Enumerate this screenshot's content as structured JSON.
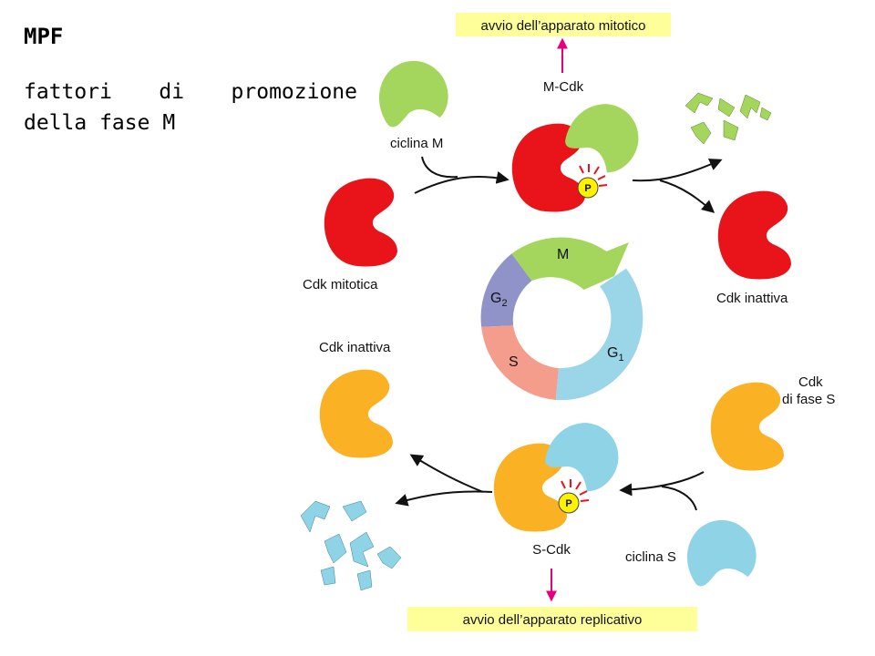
{
  "header": {
    "title": "MPF",
    "subtitle": "fattori di promozione della fase M"
  },
  "diagram": {
    "top_box": "avvio dell’apparato mitotico",
    "bottom_box": "avvio dell’apparato replicativo",
    "labels": {
      "m_cdk": "M-Cdk",
      "cyclin_m": "ciclina M",
      "cdk_mitotic": "Cdk mitotica",
      "cdk_inactive_right": "Cdk inattiva",
      "cdk_inactive_left": "Cdk inattiva",
      "cdk_s_line1": "Cdk",
      "cdk_s_line2": "di fase S",
      "s_cdk": "S-Cdk",
      "cyclin_s": "ciclina S",
      "phosphate": "P"
    },
    "phases": {
      "m": "M",
      "g2": "G",
      "g2_sub": "2",
      "s": "S",
      "g1": "G",
      "g1_sub": "1"
    },
    "colors": {
      "cdk_red": "#e8141a",
      "cyclin_green": "#a4d65e",
      "cdk_orange": "#fbb124",
      "cyclin_blue": "#8fd3e6",
      "box_yellow": "#ffff99",
      "arrow_magenta": "#e6007e",
      "phosphate_yellow": "#fff200",
      "phase_m": "#a4d65e",
      "phase_g1": "#9ad6e8",
      "phase_s": "#f59d8c",
      "phase_g2": "#8f93c8"
    }
  }
}
